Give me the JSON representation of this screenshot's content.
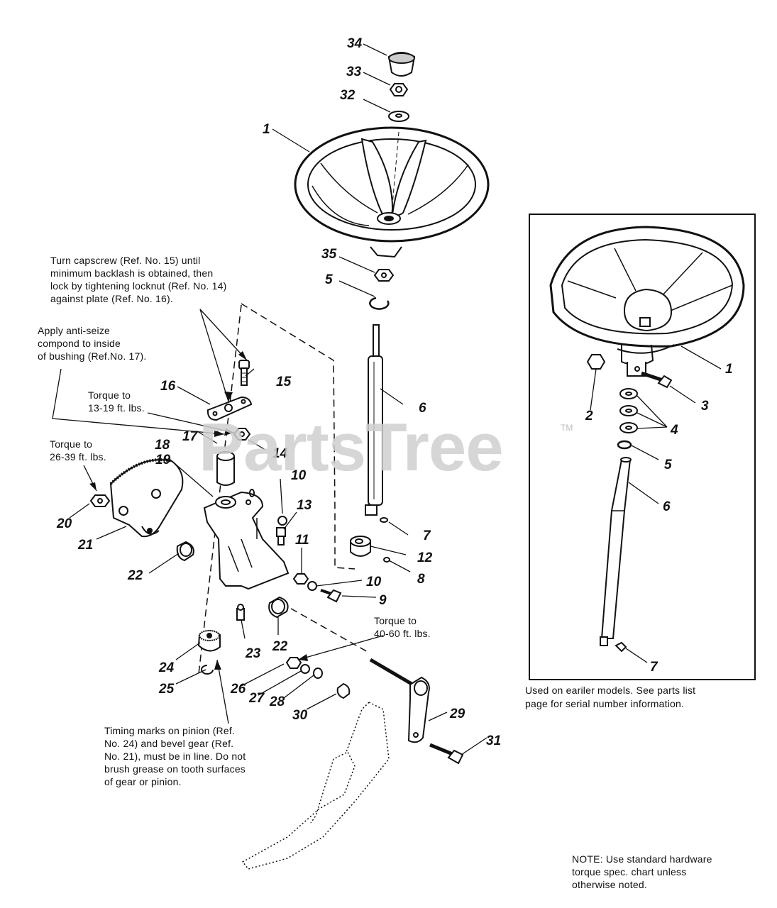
{
  "watermark": {
    "text": "PartsTree",
    "mark": "TM"
  },
  "callouts": [
    {
      "id": "34",
      "label": "34"
    },
    {
      "id": "33",
      "label": "33"
    },
    {
      "id": "32",
      "label": "32"
    },
    {
      "id": "1",
      "label": "1"
    },
    {
      "id": "35",
      "label": "35"
    },
    {
      "id": "5",
      "label": "5"
    },
    {
      "id": "15",
      "label": "15"
    },
    {
      "id": "16",
      "label": "16"
    },
    {
      "id": "6",
      "label": "6"
    },
    {
      "id": "17",
      "label": "17"
    },
    {
      "id": "14",
      "label": "14"
    },
    {
      "id": "18",
      "label": "18"
    },
    {
      "id": "19",
      "label": "19"
    },
    {
      "id": "10a",
      "label": "10"
    },
    {
      "id": "13",
      "label": "13"
    },
    {
      "id": "20",
      "label": "20"
    },
    {
      "id": "21",
      "label": "21"
    },
    {
      "id": "7",
      "label": "7"
    },
    {
      "id": "11",
      "label": "11"
    },
    {
      "id": "12",
      "label": "12"
    },
    {
      "id": "8",
      "label": "8"
    },
    {
      "id": "22a",
      "label": "22"
    },
    {
      "id": "10b",
      "label": "10"
    },
    {
      "id": "9",
      "label": "9"
    },
    {
      "id": "23",
      "label": "23"
    },
    {
      "id": "22b",
      "label": "22"
    },
    {
      "id": "24",
      "label": "24"
    },
    {
      "id": "25",
      "label": "25"
    },
    {
      "id": "26",
      "label": "26"
    },
    {
      "id": "27",
      "label": "27"
    },
    {
      "id": "28",
      "label": "28"
    },
    {
      "id": "30",
      "label": "30"
    },
    {
      "id": "29",
      "label": "29"
    },
    {
      "id": "31",
      "label": "31"
    },
    {
      "id": "i1",
      "label": "1"
    },
    {
      "id": "i2",
      "label": "2"
    },
    {
      "id": "i3",
      "label": "3"
    },
    {
      "id": "i4",
      "label": "4"
    },
    {
      "id": "i5",
      "label": "5"
    },
    {
      "id": "i6",
      "label": "6"
    },
    {
      "id": "i7",
      "label": "7"
    }
  ],
  "notes": {
    "capscrew": "Turn capscrew (Ref. No. 15) until\nminimum backlash is obtained, then\nlock by tightening locknut (Ref. No. 14)\nagainst plate (Ref. No. 16).",
    "antiseize": "Apply anti-seize\ncompond to inside\nof bushing (Ref.No. 17).",
    "torque_13_19": "Torque to\n13-19 ft. lbs.",
    "torque_26_39": "Torque to\n26-39 ft. lbs.",
    "torque_40_60": "Torque to\n40-60 ft. lbs.",
    "timing": "Timing marks on pinion (Ref.\nNo. 24) and bevel gear (Ref.\nNo. 21), must be in line. Do not\nbrush grease on tooth surfaces\nof gear or pinion.",
    "inset_caption": "Used on eariler models. See parts list\npage for serial number information.",
    "hardware": "NOTE: Use standard hardware\ntorque spec. chart unless\notherwise noted."
  }
}
